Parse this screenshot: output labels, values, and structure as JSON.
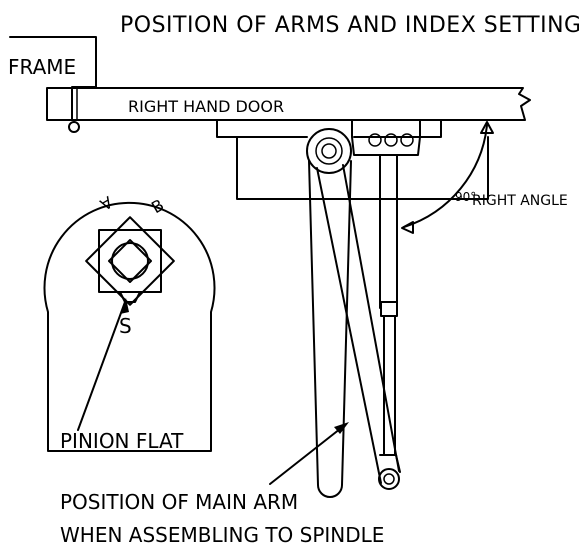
{
  "title": "POSITION OF ARMS AND INDEX SETTINGS",
  "labels": {
    "frame": "FRAME",
    "door": "RIGHT HAND DOOR",
    "angle_degrees": "90°",
    "angle_text": "RIGHT ANGLE",
    "pinion_flat": "PINION FLAT",
    "index_a": "A",
    "index_b": "B",
    "index_s": "S",
    "main_arm_line1": "POSITION OF MAIN ARM",
    "main_arm_line2": "WHEN ASSEMBLING TO SPINDLE"
  }
}
